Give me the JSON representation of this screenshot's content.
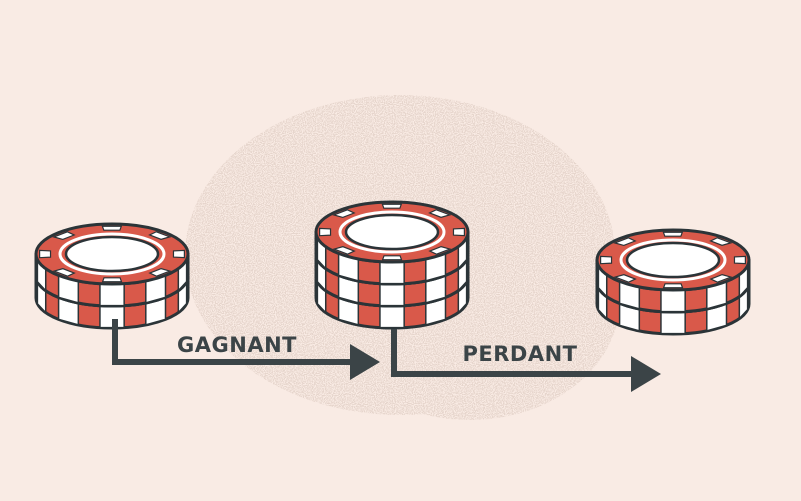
{
  "colors": {
    "background": "#f9ebe4",
    "smudge": "#e6d5cc",
    "chip_red": "#d9594a",
    "chip_white": "#ffffff",
    "outline": "#2b3438",
    "arrow": "#3b4447",
    "text": "#3b4447"
  },
  "stacks": [
    {
      "name": "chip-stack-start",
      "chips": 2
    },
    {
      "name": "chip-stack-middle",
      "chips": 3
    },
    {
      "name": "chip-stack-end",
      "chips": 2
    }
  ],
  "steps": [
    {
      "label": "GAGNANT",
      "icon": "arrow-right-icon"
    },
    {
      "label": "PERDANT",
      "icon": "arrow-right-icon"
    }
  ]
}
